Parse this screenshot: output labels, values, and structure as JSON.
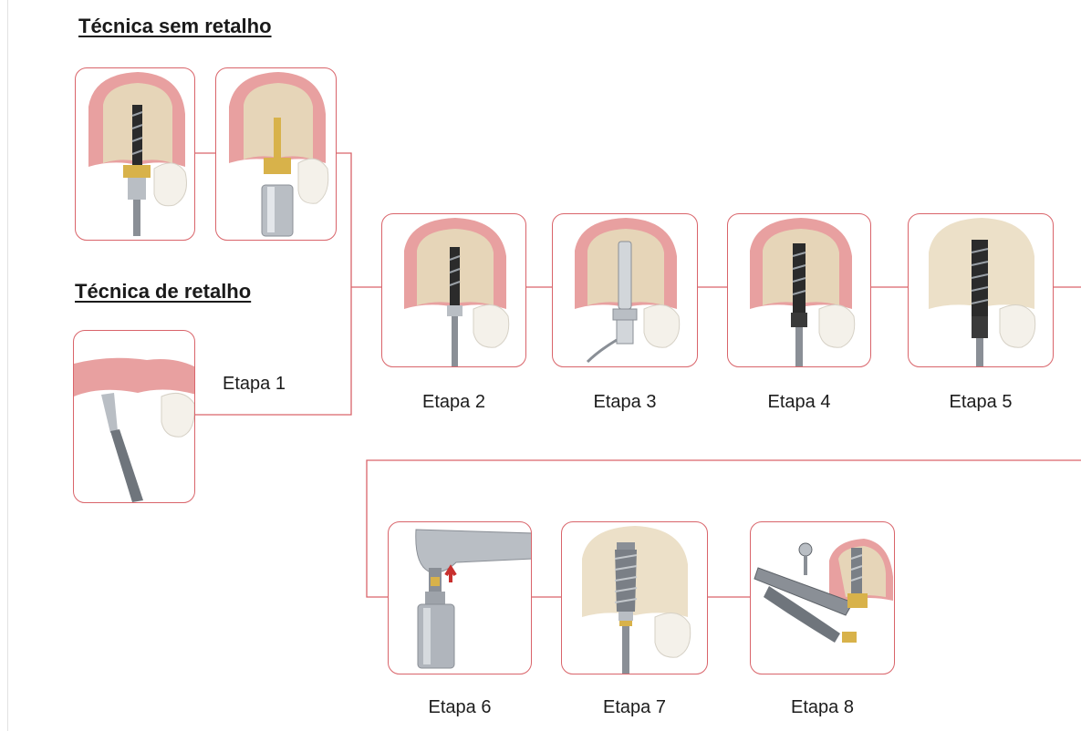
{
  "headings": {
    "flapless": "Técnica sem retalho",
    "flap": "Técnica de retalho"
  },
  "steps": {
    "s1": "Etapa 1",
    "s2": "Etapa 2",
    "s3": "Etapa 3",
    "s4": "Etapa 4",
    "s5": "Etapa 5",
    "s6": "Etapa 6",
    "s7": "Etapa 7",
    "s8": "Etapa 8"
  },
  "colors": {
    "panel_border": "#d9646a",
    "connector": "#d9646a",
    "gum": "#e8a0a0",
    "bone": "#e6d5b8",
    "steel": "#8a8f96",
    "gold": "#d8b24a"
  },
  "illustrations": {
    "flapless_a": "tissue-punch-in-gum-icon",
    "flapless_b": "tissue-punch-removal-icon",
    "step1": "scalpel-incision-icon",
    "step2": "pilot-drill-icon",
    "step3": "depth-gauge-icon",
    "step4": "twist-drill-icon",
    "step5": "final-drill-icon",
    "step6": "handpiece-implant-pickup-icon",
    "step7": "implant-placed-icon",
    "step8": "torque-wrench-icon"
  }
}
